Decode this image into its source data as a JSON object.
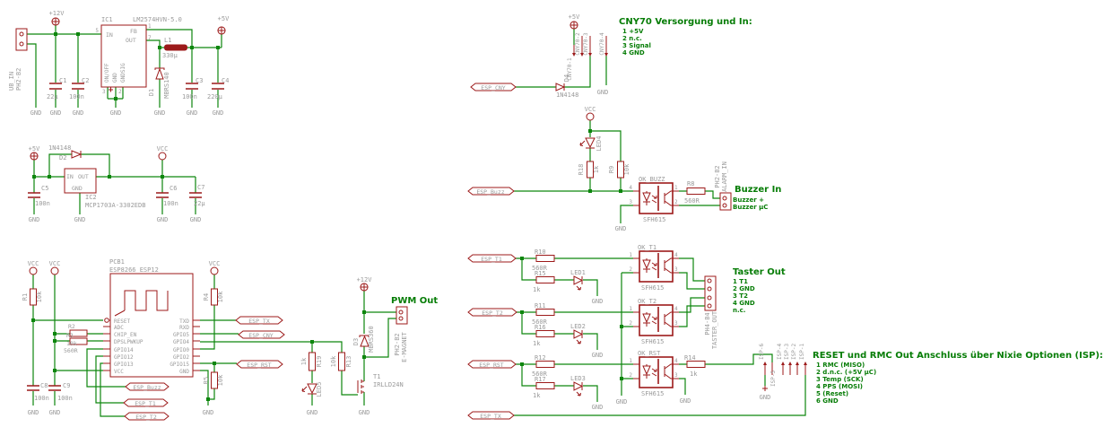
{
  "colors": {
    "wire_green": "#0d860d",
    "component_red": "#9c1a1a",
    "label_gray": "#9a9a9a",
    "note_green": "#077d07",
    "background": "#ffffff"
  },
  "common": {
    "gnd": "GND",
    "vcc": "VCC",
    "p5": "+5V",
    "p12": "+12V"
  },
  "psu5": {
    "conn_name": "UB_IN",
    "conn_value": "PH2-B2",
    "ic_name": "IC1",
    "ic_value": "LM2574HVN-5.0",
    "pin_in": "IN",
    "pin_fb": "FB",
    "pin_out": "OUT",
    "pin_onoff": "ON/OFF",
    "pin_gnd": "GND",
    "pin_gndsig": "GNDSIG",
    "pin5": "5",
    "pin1": "1",
    "pin7": "7",
    "pin3": "3",
    "pin2": "2",
    "c1": "C1",
    "c1v": "22µ",
    "c2": "C2",
    "c2v": "100n",
    "l1": "L1",
    "l1v": "330µ",
    "d1": "D1",
    "d1v": "MBRS140",
    "c3": "C3",
    "c3v": "100n",
    "c4": "C4",
    "c4v": "220µ"
  },
  "psu33": {
    "d2": "D2",
    "d2v": "1N4148",
    "ic_name": "IC2",
    "ic_value": "MCP1703A-3302EDB",
    "pin_in": "IN",
    "pin_out": "OUT",
    "pin_gnd": "GND",
    "c5": "C5",
    "c5v": "100n",
    "c6": "C6",
    "c6v": "100n",
    "c7": "C7",
    "c7v": "22µ"
  },
  "esp": {
    "name": "PCB1",
    "value": "ESP8266 ESP12",
    "pins_left": [
      "RESET",
      "ADC",
      "CHIP_EN",
      "DPSLPWKUP",
      "GPIO14",
      "GPIO12",
      "GPIO13",
      "VCC"
    ],
    "pins_right": [
      "TXD",
      "RXD",
      "GPIO5",
      "GPIO4",
      "GPIO0",
      "GPIO2",
      "GPIO15",
      "GND"
    ],
    "r1": "R1",
    "r1v": "10k",
    "rstack": [
      "R2",
      "R3",
      "10k",
      "560R"
    ],
    "r4": "R4",
    "r4v": "10k",
    "r5": "R5",
    "r5v": "10k",
    "c8": "C8",
    "c8v": "100n",
    "c9": "C9",
    "c9v": "100n"
  },
  "flags": {
    "buzz": "ESP_Buzz",
    "t1": "ESP_T1",
    "t2": "ESP_T2",
    "tx": "ESP_TX",
    "cny": "ESP_CNY",
    "rst": "ESP_RST"
  },
  "pwm": {
    "heading": "PWM Out",
    "r19": "R19",
    "r19v": "1k",
    "r13": "R13",
    "r13v": "10k",
    "led5": "LED5",
    "d3": "D3",
    "d3v": "MBRS360",
    "t1": "T1",
    "t1v": "IRLLD24N",
    "conn_name": "PH2-B2",
    "conn_value": "E-MAGNET"
  },
  "cny": {
    "d4": "D4",
    "d4v": "1N4148",
    "pin1": "CNY70-1",
    "pin2": "CNY70-2",
    "pin3": "CNY70-3",
    "pin4": "CNY70-4",
    "heading": "CNY70 Versorgung und In:",
    "lines": [
      "1 +5V",
      "2 n.c.",
      "3 Signal",
      "4 GND"
    ]
  },
  "buzzer": {
    "led4": "LED4",
    "r18": "R18",
    "r18v": "1k",
    "r9": "R9",
    "r9v": "10k",
    "ok": "OK_BUZZ",
    "okv": "SFH615",
    "p1": "1",
    "p2": "2",
    "p3": "3",
    "p4": "4",
    "r8": "R8",
    "r8v": "560R",
    "conn_name": "PH2-B2",
    "conn_value": "ALARM_IN",
    "heading": "Buzzer In",
    "lines": [
      "Buzzer +",
      "Buzzer µC"
    ]
  },
  "taster": {
    "heading": "Taster Out",
    "lines": [
      "1 T1",
      "2 GND",
      "3 T2",
      "4 GND",
      "n.c."
    ],
    "r10": "R10",
    "r10v": "560R",
    "r15": "R15",
    "r15v": "1k",
    "led1": "LED1",
    "ok1": "OK_T1",
    "ok1v": "SFH615",
    "r11": "R11",
    "r11v": "560R",
    "r16": "R16",
    "r16v": "1k",
    "led2": "LED2",
    "ok2": "OK_T2",
    "ok2v": "SFH615",
    "r12": "R12",
    "r12v": "560R",
    "r17": "R17",
    "r17v": "1k",
    "led3": "LED3",
    "okr": "OK_RST",
    "okrv": "SFH615",
    "r14": "R14",
    "r14v": "1k",
    "p1": "1",
    "p2": "2",
    "p3": "3",
    "p4": "4",
    "conn_name": "PH4-B4",
    "conn_value": "TASTER_OUT"
  },
  "isp": {
    "pins": [
      "ISP-1",
      "ISP-2",
      "ISP-3",
      "ISP-4",
      "ISP-5",
      "ISP-6"
    ],
    "heading": "RESET und RMC Out Anschluss über Nixie Optionen (ISP):",
    "lines": [
      "1 RMC (MISO)",
      "2 d.n.c. (+5V µC)",
      "3 Temp (SCK)",
      "4 PPS (MOSI)",
      "5 (Reset)",
      "6 GND"
    ]
  }
}
